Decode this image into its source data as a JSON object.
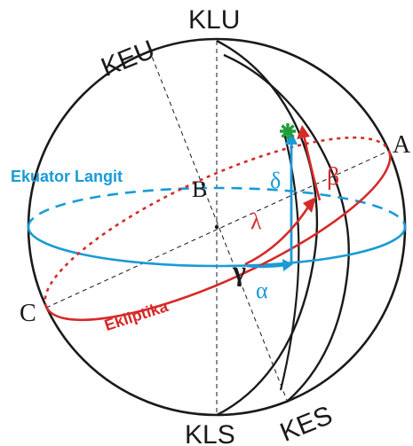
{
  "labels": {
    "keu": "KEU",
    "klu": "KLU",
    "a": "A",
    "b": "B",
    "c": "C",
    "kls": "KLS",
    "kes": "KES",
    "ekuator": "Ekuator Langit",
    "ekliptika": "Ekliptika",
    "delta": "δ",
    "beta": "β",
    "lambda": "λ",
    "alpha": "α",
    "gamma": "γ"
  },
  "colors": {
    "black": "#1a1a1a",
    "blue": "#1a9ad6",
    "red": "#d62a2a",
    "star": "#1f9e3a"
  },
  "icons": {
    "star": "green-star-icon"
  }
}
